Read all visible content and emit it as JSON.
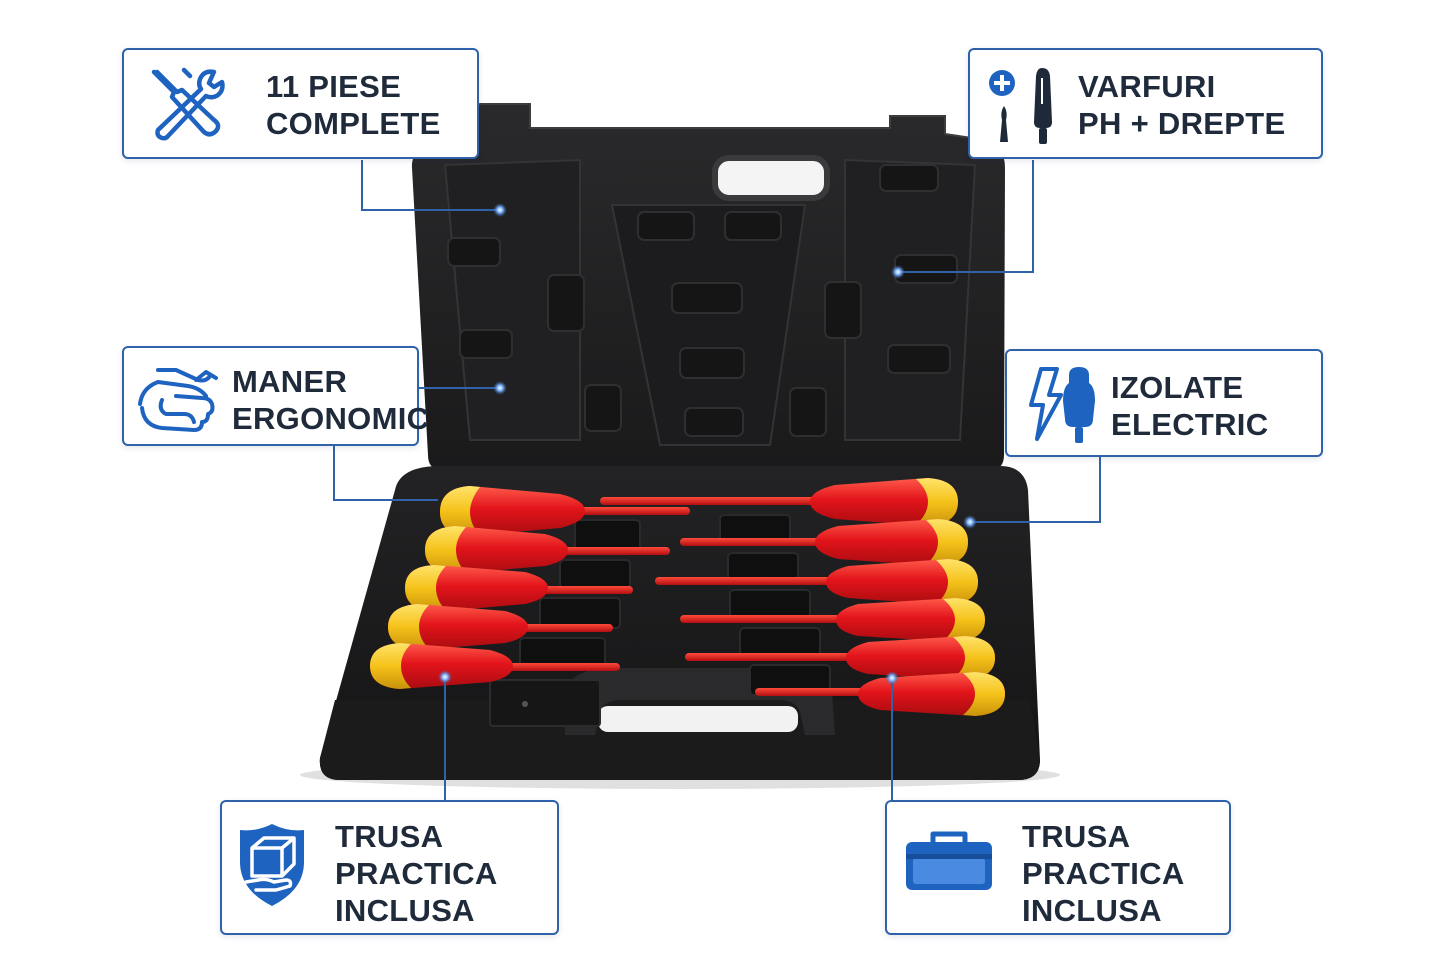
{
  "colors": {
    "accent": "#2f62a8",
    "icon_blue": "#1f63c0",
    "handle_red": "#e3141b",
    "handle_yellow": "#f5c21a",
    "case_black": "#1e1e1e",
    "text_dark": "#1f2a3a"
  },
  "callouts": [
    {
      "lines": [
        "11 PIESE",
        "COMPLETE"
      ],
      "icon": "tools-icon"
    },
    {
      "lines": [
        "VARFURI",
        "PH + DREPTE"
      ],
      "icon": "screwdriver-tips-icon"
    },
    {
      "lines": [
        "MANER",
        "ERGONOMIC"
      ],
      "icon": "ergonomic-grip-icon"
    },
    {
      "lines": [
        "IZOLATE",
        "ELECTRIC"
      ],
      "icon": "lightning-insulated-icon"
    },
    {
      "lines": [
        "TRUSA",
        "PRACTICA",
        "INCLUSA"
      ],
      "icon": "shield-hand-icon"
    },
    {
      "lines": [
        "TRUSA",
        "PRACTICA",
        "INCLUSA"
      ],
      "icon": "toolbox-icon"
    }
  ],
  "photo": {
    "subject": "black-carrying-case-with-screwdrivers-photo",
    "screwdriver_count": 11
  }
}
